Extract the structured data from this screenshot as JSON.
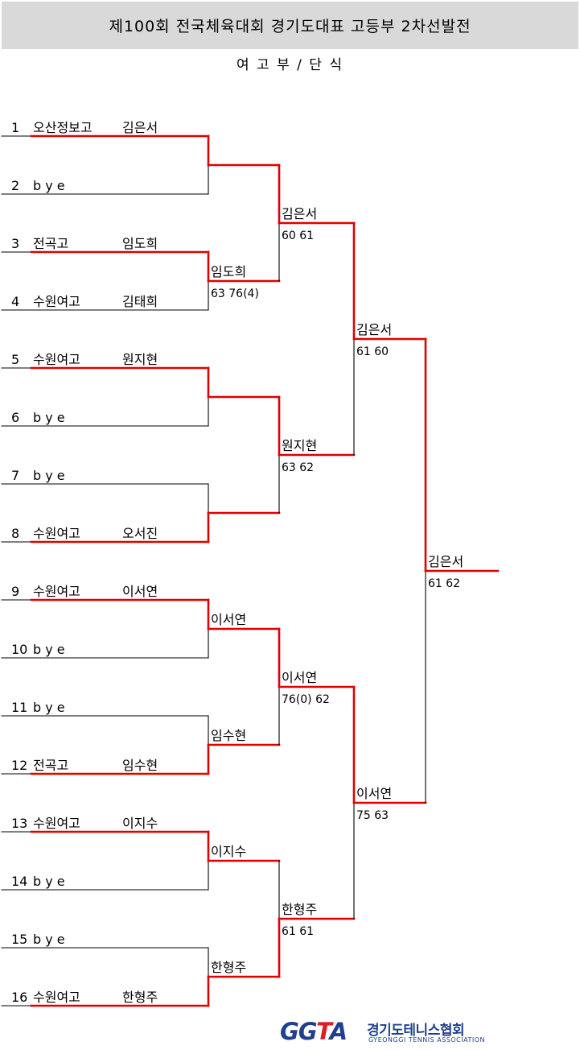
{
  "header": {
    "title": "제100회 전국체육대회 경기도대표 고등부 2차선발전"
  },
  "subtitle": "여 고 부 / 단 식",
  "colors": {
    "line": "#000000",
    "winner_path": "#e00000",
    "header_bg": "#d9d9d9"
  },
  "entries": [
    {
      "seed": "1",
      "school": "오산정보고",
      "name": "김은서",
      "bye": false
    },
    {
      "seed": "2",
      "bye_text": "b y e",
      "bye": true
    },
    {
      "seed": "3",
      "school": "전곡고",
      "name": "임도희",
      "bye": false
    },
    {
      "seed": "4",
      "school": "수원여고",
      "name": "김태희",
      "bye": false
    },
    {
      "seed": "5",
      "school": "수원여고",
      "name": "원지현",
      "bye": false
    },
    {
      "seed": "6",
      "bye_text": "b y e",
      "bye": true
    },
    {
      "seed": "7",
      "bye_text": "b y e",
      "bye": true
    },
    {
      "seed": "8",
      "school": "수원여고",
      "name": "오서진",
      "bye": false
    },
    {
      "seed": "9",
      "school": "수원여고",
      "name": "이서연",
      "bye": false
    },
    {
      "seed": "10",
      "bye_text": "b y e",
      "bye": true
    },
    {
      "seed": "11",
      "bye_text": "b y e",
      "bye": true
    },
    {
      "seed": "12",
      "school": "전곡고",
      "name": "임수현",
      "bye": false
    },
    {
      "seed": "13",
      "school": "수원여고",
      "name": "이지수",
      "bye": false
    },
    {
      "seed": "14",
      "bye_text": "b y e",
      "bye": true
    },
    {
      "seed": "15",
      "bye_text": "b y e",
      "bye": true
    },
    {
      "seed": "16",
      "school": "수원여고",
      "name": "한형주",
      "bye": false
    }
  ],
  "rounds": [
    {
      "round": 1,
      "matches": [
        {
          "winner": "",
          "score": "",
          "from": "top"
        },
        {
          "winner": "임도희",
          "score": "63 76(4)",
          "from": "top"
        },
        {
          "winner": "",
          "score": "",
          "from": "top"
        },
        {
          "winner": "",
          "score": "",
          "from": "bottom"
        },
        {
          "winner": "이서연",
          "score": "",
          "from": "top"
        },
        {
          "winner": "임수현",
          "score": "",
          "from": "bottom"
        },
        {
          "winner": "이지수",
          "score": "",
          "from": "top"
        },
        {
          "winner": "한형주",
          "score": "",
          "from": "bottom"
        }
      ]
    },
    {
      "round": 2,
      "matches": [
        {
          "winner": "김은서",
          "score": "60 61",
          "from": "top"
        },
        {
          "winner": "원지현",
          "score": "63 62",
          "from": "top"
        },
        {
          "winner": "이서연",
          "score": "76(0) 62",
          "from": "top"
        },
        {
          "winner": "한형주",
          "score": "61 61",
          "from": "bottom"
        }
      ]
    },
    {
      "round": 3,
      "matches": [
        {
          "winner": "김은서",
          "score": "61 60",
          "from": "top"
        },
        {
          "winner": "이서연",
          "score": "75 63",
          "from": "top"
        }
      ]
    },
    {
      "round": 4,
      "matches": [
        {
          "winner": "김은서",
          "score": "61 62",
          "from": "top"
        }
      ]
    }
  ],
  "logo": {
    "mark": "GGTA",
    "name": "경기도테니스협회",
    "subtitle": "GYEONGGI TENNIS ASSOCIATION"
  }
}
